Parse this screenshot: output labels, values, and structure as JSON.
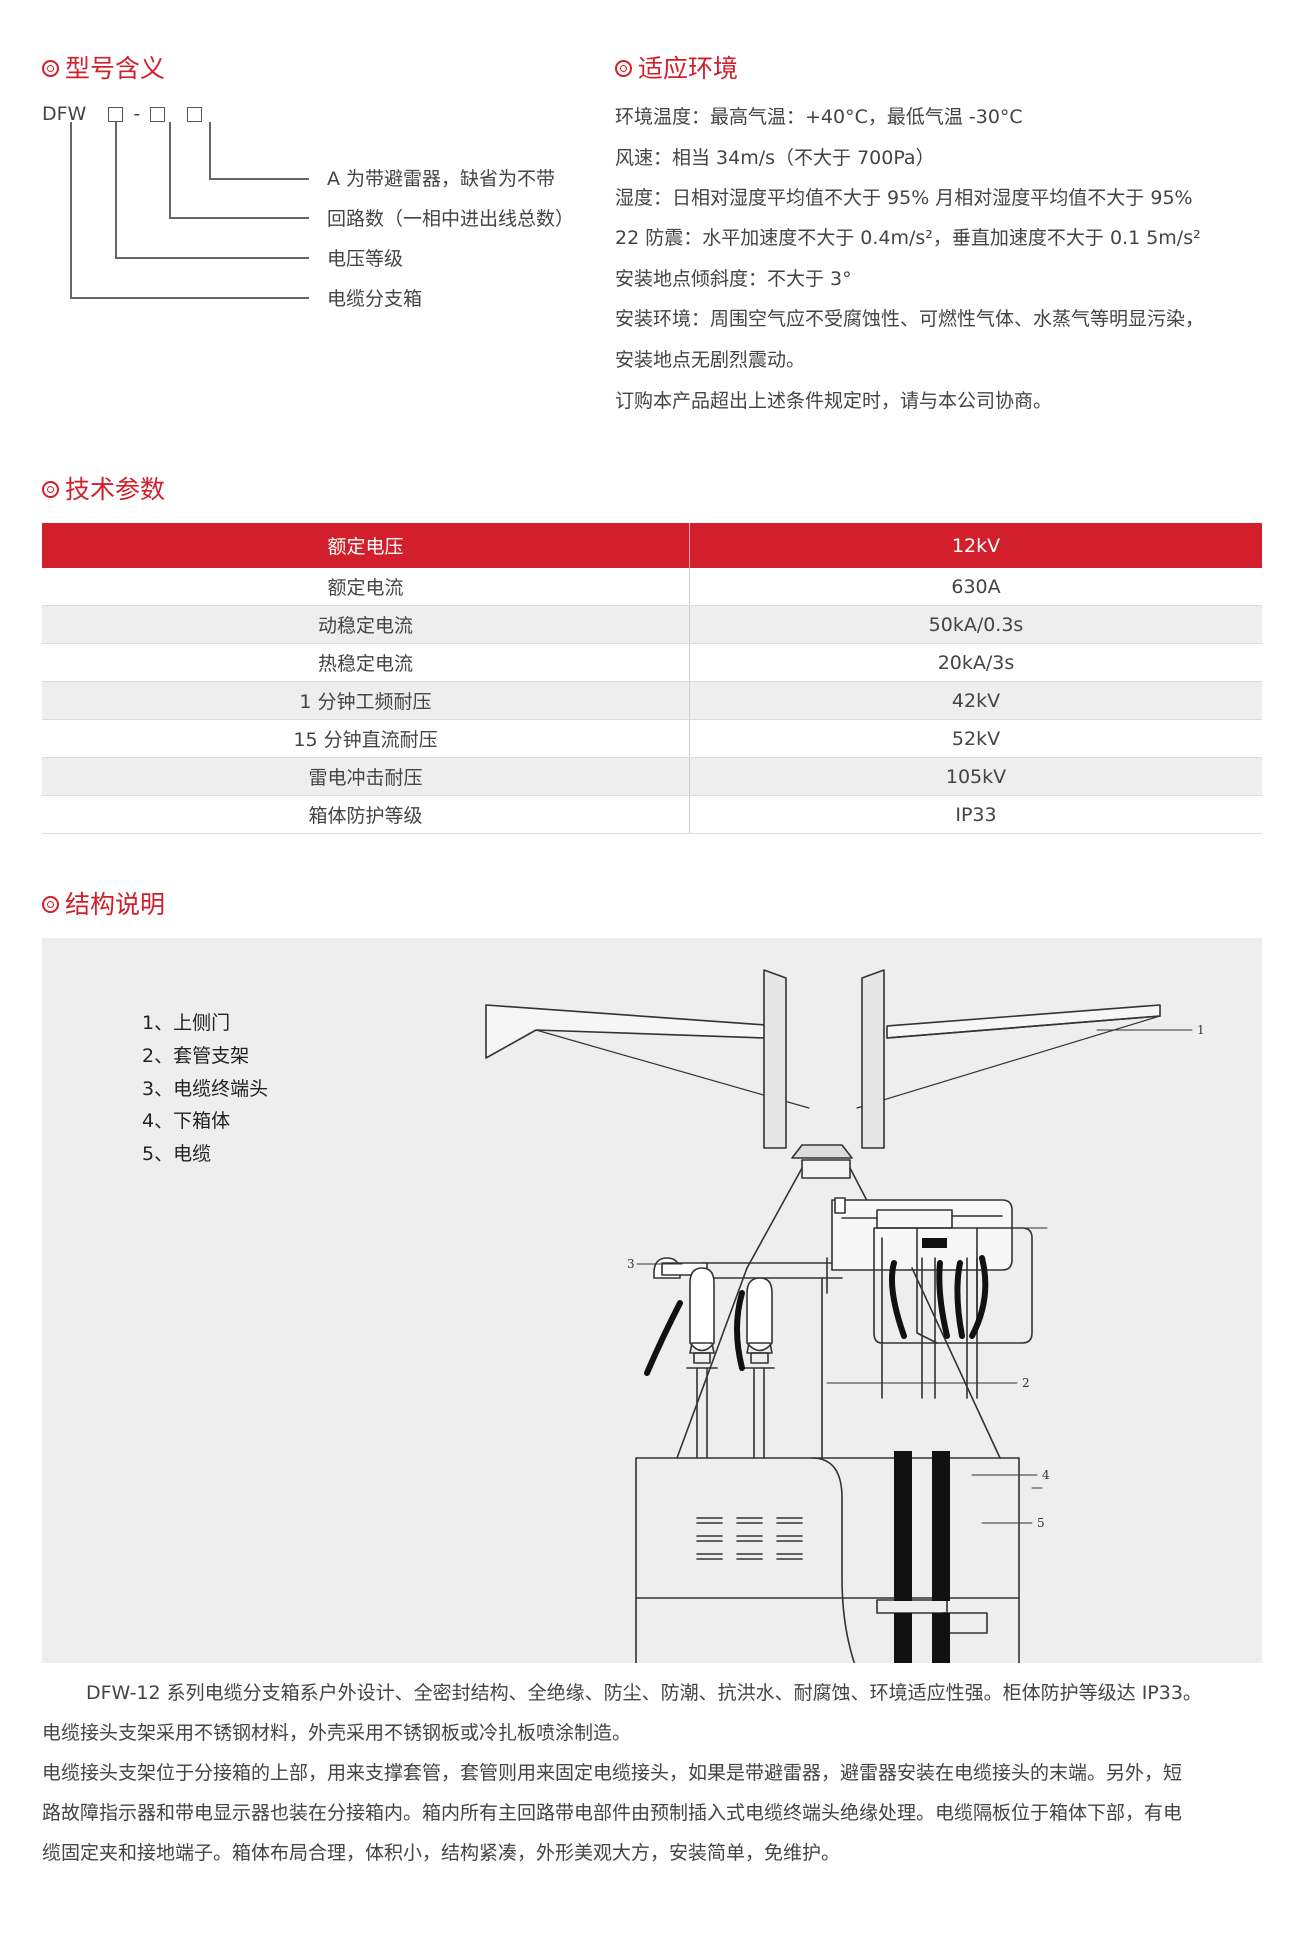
{
  "model_meaning": {
    "title": "型号含义",
    "code_prefix": "DFW",
    "code_dash": "-",
    "items": [
      "A 为带避雷器，缺省为不带",
      "回路数（一相中进出线总数）",
      "电压等级",
      "电缆分支箱"
    ]
  },
  "environment": {
    "title": "适应环境",
    "lines": [
      "环境温度：最高气温：+40°C，最低气温 -30°C",
      "风速：相当 34m/s（不大于 700Pa）",
      "湿度：日相对湿度平均值不大于 95% 月相对湿度平均值不大于 95%",
      "22 防震：水平加速度不大于 0.4m/s²，垂直加速度不大于 0.1 5m/s²",
      "安装地点倾斜度：不大于 3°",
      "安装环境：周围空气应不受腐蚀性、可燃性气体、水蒸气等明显污染，",
      "安装地点无剧烈震动。",
      "订购本产品超出上述条件规定时，请与本公司协商。"
    ]
  },
  "tech_params": {
    "title": "技术参数",
    "header": [
      "额定电压",
      "12kV"
    ],
    "rows": [
      [
        "额定电流",
        "630A"
      ],
      [
        "动稳定电流",
        "50kA/0.3s"
      ],
      [
        "热稳定电流",
        "20kA/3s"
      ],
      [
        "1 分钟工频耐压",
        "42kV"
      ],
      [
        "15 分钟直流耐压",
        "52kV"
      ],
      [
        "雷电冲击耐压",
        "105kV"
      ],
      [
        "箱体防护等级",
        "IP33"
      ]
    ]
  },
  "structure": {
    "title": "结构说明",
    "parts": [
      "1、上侧门",
      "2、套管支架",
      "3、电缆终端头",
      "4、下箱体",
      "5、电缆"
    ],
    "callouts": [
      "1",
      "2",
      "3",
      "4",
      "5"
    ],
    "paragraphs": [
      "DFW-12 系列电缆分支箱系户外设计、全密封结构、全绝缘、防尘、防潮、抗洪水、耐腐蚀、环境适应性强。柜体防护等级达 IP33。",
      "电缆接头支架采用不锈钢材料，外壳采用不锈钢板或冷扎板喷涂制造。",
      "电缆接头支架位于分接箱的上部，用来支撑套管，套管则用来固定电缆接头，如果是带避雷器，避雷器安装在电缆接头的末端。另外，短",
      "路故障指示器和带电显示器也装在分接箱内。箱内所有主回路带电部件由预制插入式电缆终端头绝缘处理。电缆隔板位于箱体下部，有电",
      "缆固定夹和接地端子。箱体布局合理，体积小，结构紧凑，外形美观大方，安装简单，免维护。"
    ]
  }
}
